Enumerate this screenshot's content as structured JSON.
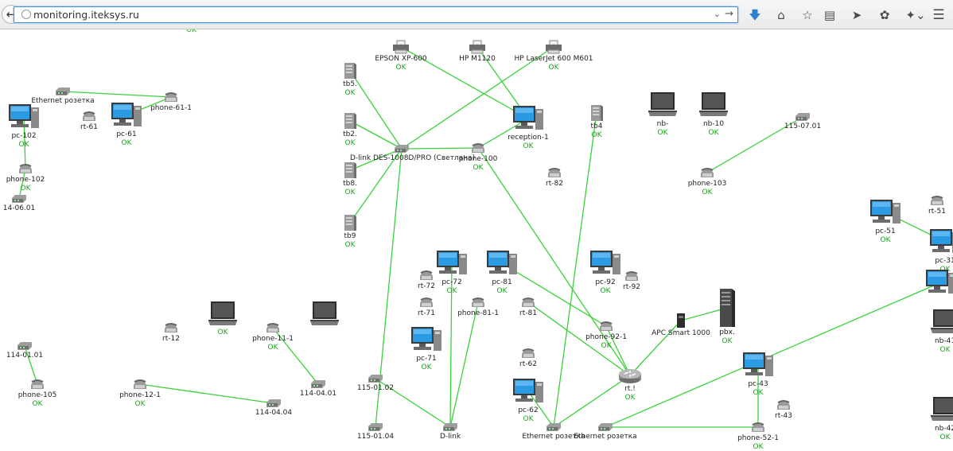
{
  "browser": {
    "url": "monitoring.iteksys.ru"
  },
  "map": {
    "top_status": "OK",
    "nodes": [
      {
        "id": "epson",
        "type": "printer",
        "label": "EPSON XP-600",
        "status": "OK"
      },
      {
        "id": "hp1120",
        "type": "printer",
        "label": "HP M1120",
        "status": ""
      },
      {
        "id": "hp600",
        "type": "printer",
        "label": "HP LaserJet 600 M601",
        "status": "OK"
      },
      {
        "id": "tb5",
        "type": "server",
        "label": "tb5.",
        "status": "OK"
      },
      {
        "id": "tb2",
        "type": "server",
        "label": "tb2.",
        "status": "OK"
      },
      {
        "id": "tb8",
        "type": "server",
        "label": "tb8.",
        "status": "OK"
      },
      {
        "id": "tb9",
        "type": "server",
        "label": "tb9",
        "status": "OK"
      },
      {
        "id": "dlink1",
        "type": "switch",
        "label": "D-link DES-1008D/PRO (Светлана)",
        "status": ""
      },
      {
        "id": "phone100",
        "type": "phone",
        "label": "phone-100",
        "status": "OK"
      },
      {
        "id": "reception1",
        "type": "pc",
        "label": "reception-1",
        "status": "OK"
      },
      {
        "id": "rt82",
        "type": "phone",
        "label": "rt-82",
        "status": ""
      },
      {
        "id": "tb4",
        "type": "server",
        "label": "tb4",
        "status": "OK"
      },
      {
        "id": "nb_unknown",
        "type": "laptop",
        "label": "nb-",
        "status": "OK"
      },
      {
        "id": "nb10",
        "type": "laptop",
        "label": "nb-10",
        "status": "OK"
      },
      {
        "id": "r11507",
        "type": "switch",
        "label": "115-07.01",
        "status": ""
      },
      {
        "id": "phone103",
        "type": "phone",
        "label": "phone-103",
        "status": "OK"
      },
      {
        "id": "eth1",
        "type": "switch",
        "label": "Ethernet розетка",
        "status": ""
      },
      {
        "id": "phone611",
        "type": "phone",
        "label": "phone-61-1",
        "status": ""
      },
      {
        "id": "pc61",
        "type": "pc",
        "label": "pc-61",
        "status": "OK"
      },
      {
        "id": "rt61",
        "type": "phone",
        "label": "rt-61",
        "status": ""
      },
      {
        "id": "pc102",
        "type": "pc",
        "label": "pc-102",
        "status": "OK"
      },
      {
        "id": "phone102",
        "type": "phone",
        "label": "phone-102",
        "status": "OK"
      },
      {
        "id": "r1406",
        "type": "switch",
        "label": "14-06.01",
        "status": ""
      },
      {
        "id": "rt72",
        "type": "phone",
        "label": "rt-72",
        "status": ""
      },
      {
        "id": "pc72",
        "type": "pc",
        "label": "pc-72",
        "status": "OK"
      },
      {
        "id": "pc81",
        "type": "pc",
        "label": "pc-81",
        "status": "OK"
      },
      {
        "id": "rt71",
        "type": "phone",
        "label": "rt-71",
        "status": ""
      },
      {
        "id": "phone811",
        "type": "phone",
        "label": "phone-81-1",
        "status": ""
      },
      {
        "id": "rt81",
        "type": "phone",
        "label": "rt-81",
        "status": ""
      },
      {
        "id": "pc92",
        "type": "pc",
        "label": "pc-92",
        "status": "OK"
      },
      {
        "id": "rt92",
        "type": "phone",
        "label": "rt-92",
        "status": ""
      },
      {
        "id": "phone921",
        "type": "phone",
        "label": "phone-92-1",
        "status": "OK"
      },
      {
        "id": "apc",
        "type": "ups",
        "label": "APC Smart 1000",
        "status": ""
      },
      {
        "id": "pbx",
        "type": "tower",
        "label": "pbx.",
        "status": "OK"
      },
      {
        "id": "router",
        "type": "router",
        "label": "rt.!",
        "status": "OK"
      },
      {
        "id": "rt12",
        "type": "phone",
        "label": "rt-12",
        "status": ""
      },
      {
        "id": "lap1",
        "type": "laptop",
        "label": "",
        "status": "OK"
      },
      {
        "id": "phone111",
        "type": "phone",
        "label": "phone-11-1",
        "status": "OK"
      },
      {
        "id": "lap2",
        "type": "laptop",
        "label": "",
        "status": ""
      },
      {
        "id": "r11401",
        "type": "switch",
        "label": "114-01.01",
        "status": ""
      },
      {
        "id": "phone105",
        "type": "phone",
        "label": "phone-105",
        "status": "OK"
      },
      {
        "id": "phone121",
        "type": "phone",
        "label": "phone-12-1",
        "status": "OK"
      },
      {
        "id": "r11404a",
        "type": "switch",
        "label": "114-04.01",
        "status": ""
      },
      {
        "id": "r11404b",
        "type": "switch",
        "label": "114-04.04",
        "status": ""
      },
      {
        "id": "pc71",
        "type": "pc",
        "label": "pc-71",
        "status": "OK"
      },
      {
        "id": "r11501",
        "type": "switch",
        "label": "115-01.02",
        "status": ""
      },
      {
        "id": "r11504",
        "type": "switch",
        "label": "115-01.04",
        "status": ""
      },
      {
        "id": "dlink2",
        "type": "switch",
        "label": "D-link",
        "status": ""
      },
      {
        "id": "rt62",
        "type": "phone",
        "label": "rt-62",
        "status": ""
      },
      {
        "id": "pc62",
        "type": "pc",
        "label": "pc-62",
        "status": "OK"
      },
      {
        "id": "eth2",
        "type": "switch",
        "label": "Ethernet розетка",
        "status": ""
      },
      {
        "id": "eth3",
        "type": "switch",
        "label": "Ethernet розетка",
        "status": ""
      },
      {
        "id": "pc43",
        "type": "pc",
        "label": "pc-43",
        "status": "OK"
      },
      {
        "id": "rt43",
        "type": "phone",
        "label": "rt-43",
        "status": ""
      },
      {
        "id": "phone521",
        "type": "phone",
        "label": "phone-52-1",
        "status": "OK"
      },
      {
        "id": "rt51",
        "type": "phone",
        "label": "rt-51",
        "status": ""
      },
      {
        "id": "pc51",
        "type": "pc",
        "label": "pc-51",
        "status": "OK"
      },
      {
        "id": "pc31",
        "type": "pc",
        "label": "pc-31",
        "status": "OK"
      },
      {
        "id": "pc_edge",
        "type": "pc",
        "label": "",
        "status": ""
      },
      {
        "id": "nb41",
        "type": "laptop",
        "label": "nb-41",
        "status": "OK"
      },
      {
        "id": "nb42",
        "type": "laptop",
        "label": "nb-42",
        "status": "OK"
      }
    ],
    "links": [
      [
        "tb5",
        "dlink1"
      ],
      [
        "tb2",
        "dlink1"
      ],
      [
        "tb8",
        "dlink1"
      ],
      [
        "tb9",
        "dlink1"
      ],
      [
        "dlink1",
        "phone100"
      ],
      [
        "hp600",
        "dlink1"
      ],
      [
        "epson",
        "reception1"
      ],
      [
        "hp1120",
        "reception1"
      ],
      [
        "phone100",
        "reception1"
      ],
      [
        "phone100",
        "router"
      ],
      [
        "dlink1",
        "r11504"
      ],
      [
        "eth1",
        "phone611"
      ],
      [
        "pc61",
        "phone611"
      ],
      [
        "pc102",
        "phone102"
      ],
      [
        "phone102",
        "r1406"
      ],
      [
        "r11507",
        "phone103"
      ],
      [
        "tb4",
        "eth2"
      ],
      [
        "pc72",
        "dlink2"
      ],
      [
        "phone811",
        "dlink2"
      ],
      [
        "r11501",
        "dlink2"
      ],
      [
        "pc81",
        "phone921"
      ],
      [
        "rt81",
        "router"
      ],
      [
        "phone921",
        "router"
      ],
      [
        "apc",
        "pbx"
      ],
      [
        "router",
        "apc"
      ],
      [
        "router",
        "eth2"
      ],
      [
        "pc62",
        "eth2"
      ],
      [
        "eth3",
        "phone521"
      ],
      [
        "pc43",
        "phone521"
      ],
      [
        "eth3",
        "pc_edge"
      ],
      [
        "pc51",
        "pc31"
      ],
      [
        "phone111",
        "r11404a"
      ],
      [
        "r11401",
        "phone105"
      ],
      [
        "phone121",
        "r11404b"
      ]
    ]
  }
}
